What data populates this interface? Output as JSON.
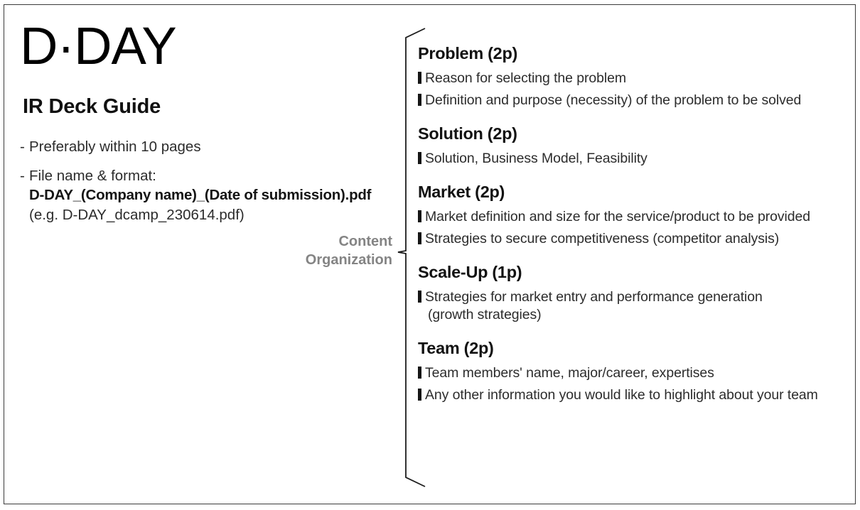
{
  "brand": {
    "logo": "D·DAY",
    "subtitle": "IR Deck Guide"
  },
  "notes": [
    {
      "dash": "-",
      "text": "Preferably within 10 pages",
      "sub": []
    },
    {
      "dash": "-",
      "text": "File name & format:",
      "sub": [
        {
          "text": "D-DAY_(Company name)_(Date of submission).pdf",
          "bold": true
        },
        {
          "text": "(e.g. D-DAY_dcamp_230614.pdf)",
          "bold": false
        }
      ]
    }
  ],
  "content_organization_label": {
    "line1": "Content",
    "line2": "Organization",
    "color": "#848484"
  },
  "sections": [
    {
      "heading": "Problem (2p)",
      "bullets": [
        {
          "text": "Reason for selecting the problem",
          "cont": ""
        },
        {
          "text": "Definition and purpose (necessity) of the problem to be solved",
          "cont": ""
        }
      ]
    },
    {
      "heading": "Solution (2p)",
      "bullets": [
        {
          "text": "Solution, Business Model, Feasibility",
          "cont": ""
        }
      ]
    },
    {
      "heading": "Market (2p)",
      "bullets": [
        {
          "text": "Market definition and size for the service/product to be provided",
          "cont": ""
        },
        {
          "text": "Strategies to secure competitiveness (competitor analysis)",
          "cont": ""
        }
      ]
    },
    {
      "heading": "Scale-Up (1p)",
      "bullets": [
        {
          "text": "Strategies for market entry and performance generation",
          "cont": "(growth strategies)"
        }
      ]
    },
    {
      "heading": "Team (2p)",
      "bullets": [
        {
          "text": "Team members' name, major/career, expertises",
          "cont": ""
        },
        {
          "text": "Any other information you would like to highlight about your team",
          "cont": ""
        }
      ]
    }
  ],
  "theme": {
    "background": "#ffffff",
    "text": "#2c2c2c",
    "heading": "#121212",
    "accent": "#141414",
    "frame": "#3b3b3b"
  }
}
